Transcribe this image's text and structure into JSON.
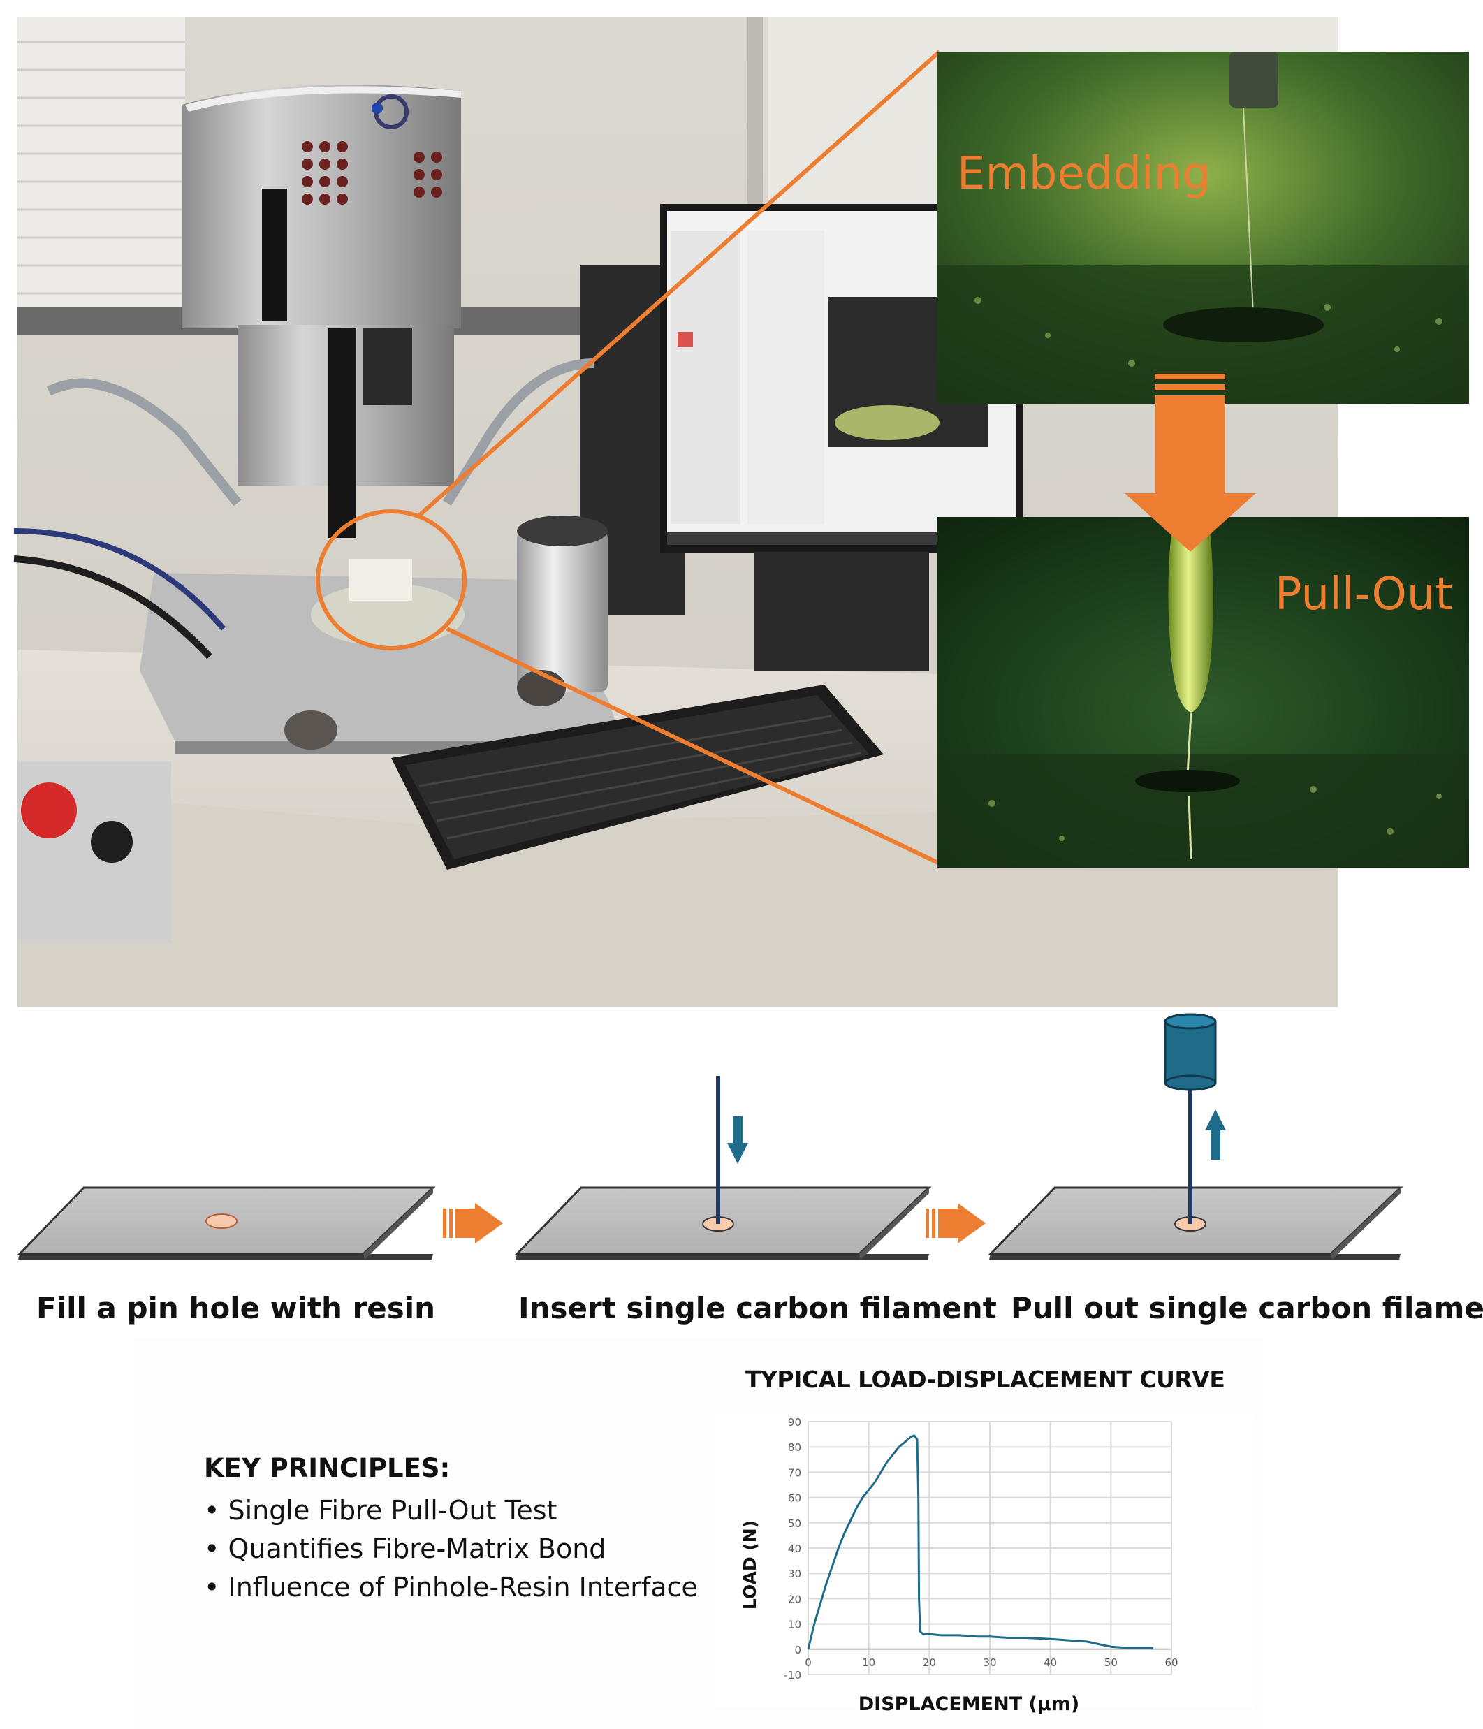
{
  "photo": {
    "insets": [
      {
        "label": "Embedding"
      },
      {
        "label": "Pull-Out"
      }
    ],
    "accent_color": "#ed7d31"
  },
  "schematic": {
    "steps": [
      {
        "label": "Fill a pin hole with resin"
      },
      {
        "label": "Insert single carbon filament"
      },
      {
        "label": "Pull out single carbon filament"
      }
    ],
    "plate_color": "#bfbfbf",
    "resin_color": "#f8cbad",
    "fibre_color": "#1f3864",
    "actuator_color": "#1f6b8a",
    "arrow_color": "#ed7d31",
    "icons": [
      "down-arrow-icon",
      "up-arrow-icon",
      "right-arrow-icon"
    ]
  },
  "principles": {
    "title": "KEY PRINCIPLES:",
    "items": [
      "Single Fibre Pull-Out Test",
      "Quantifies Fibre-Matrix Bond",
      "Influence of Pinhole-Resin Interface"
    ]
  },
  "chart_data": {
    "type": "line",
    "title": "TYPICAL LOAD-DISPLACEMENT CURVE",
    "xlabel": "DISPLACEMENT (µm)",
    "ylabel": "LOAD (N)",
    "xlim": [
      0,
      60
    ],
    "ylim": [
      -10,
      90
    ],
    "xticks": [
      0,
      10,
      20,
      30,
      40,
      50,
      60
    ],
    "yticks": [
      -10,
      0,
      10,
      20,
      30,
      40,
      50,
      60,
      70,
      80,
      90
    ],
    "grid": true,
    "line_color": "#1f6b8a",
    "series": [
      {
        "x": [
          0,
          1,
          2,
          3,
          4,
          5,
          6,
          7,
          8,
          9,
          10,
          11,
          12,
          13,
          14,
          15,
          16,
          17,
          17.5,
          18,
          18.2,
          18.3,
          18.5,
          19,
          20,
          22,
          25,
          28,
          30,
          33,
          36,
          40,
          43,
          46,
          48,
          50,
          53,
          56,
          57
        ],
        "y": [
          0,
          10,
          18,
          26,
          33,
          40,
          46,
          51,
          56,
          60,
          63,
          66,
          70,
          74,
          77,
          80,
          82,
          84,
          84.5,
          83,
          60,
          20,
          7,
          6,
          6,
          5.5,
          5.5,
          5,
          5,
          4.5,
          4.5,
          4,
          3.5,
          3,
          2,
          1,
          0.5,
          0.5,
          0.5
        ]
      }
    ]
  }
}
